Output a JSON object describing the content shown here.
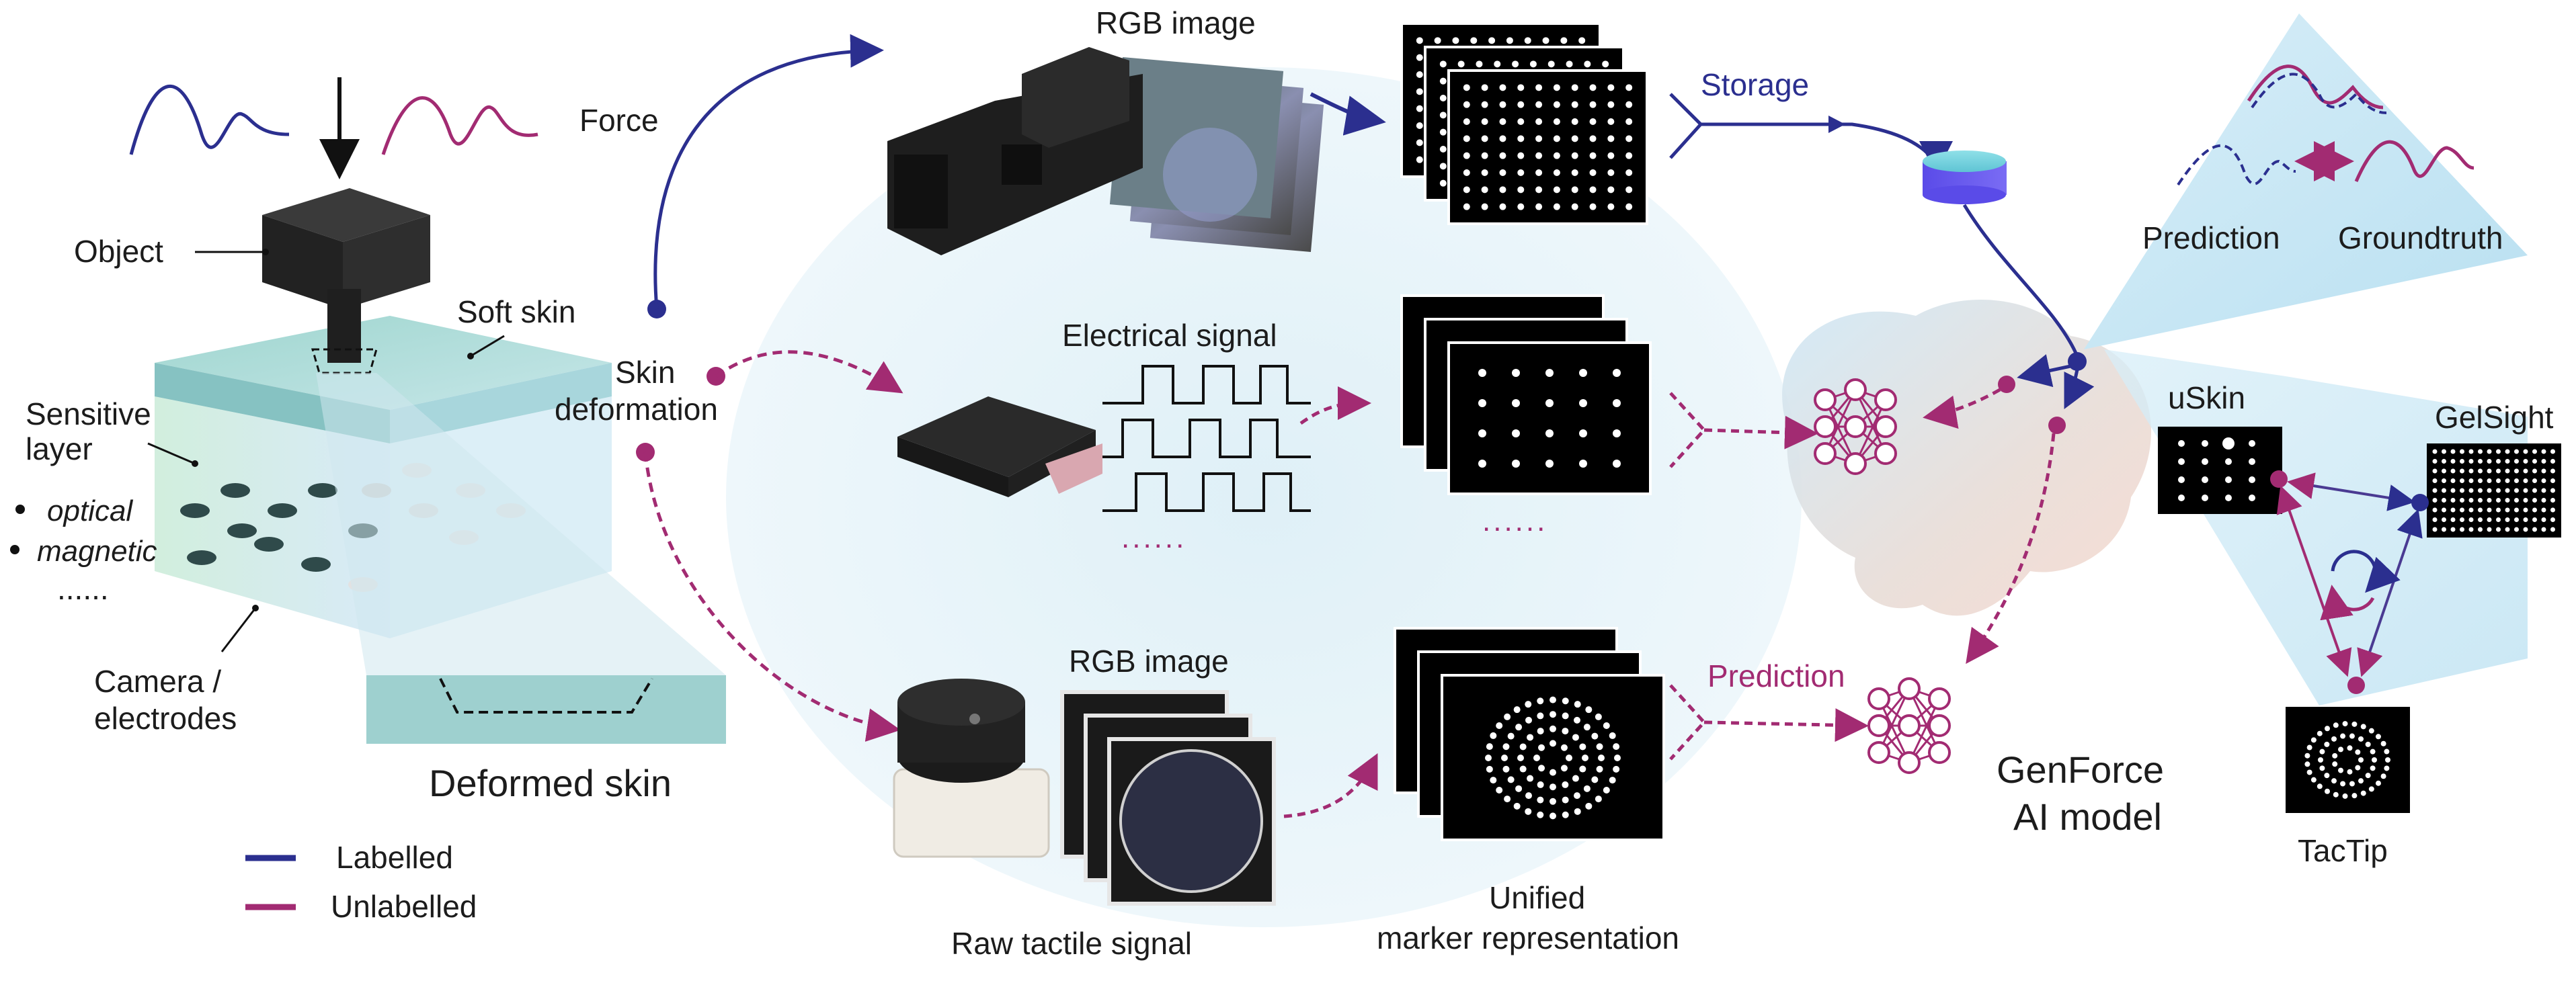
{
  "force_label": "Force",
  "object_label": "Object",
  "soft_skin_label": "Soft skin",
  "sensitive_layer_line1": "Sensitive",
  "sensitive_layer_line2": "layer",
  "modalities": [
    "optical",
    "magnetic",
    "......"
  ],
  "camera_line1": "Camera /",
  "camera_line2": "electrodes",
  "deformed_skin_label": "Deformed skin",
  "legend": [
    {
      "label": "Labelled",
      "color": "#2b2f8f"
    },
    {
      "label": "Unlabelled",
      "color": "#a22b72"
    }
  ],
  "skin_deformation_line1": "Skin",
  "skin_deformation_line2": "deformation",
  "rgb_image_top": "RGB image",
  "electrical_signal": "Electrical signal",
  "ellipsis_mid_left": "......",
  "ellipsis_mid_right": "......",
  "rgb_image_bottom": "RGB image",
  "raw_tactile_signal": "Raw tactile signal",
  "unified_line1": "Unified",
  "unified_line2": "marker representation",
  "storage_label": "Storage",
  "prediction_flow_label": "Prediction",
  "genforce_line1": "GenForce",
  "genforce_line2": "AI model",
  "prediction_label": "Prediction",
  "groundtruth_label": "Groundtruth",
  "sensors": {
    "uskin": "uSkin",
    "gelsight": "GelSight",
    "tactip": "TacTip"
  },
  "colors": {
    "labelled": "#2b2f8f",
    "unlabelled": "#a22b72",
    "sky": "#cfe8f5"
  }
}
